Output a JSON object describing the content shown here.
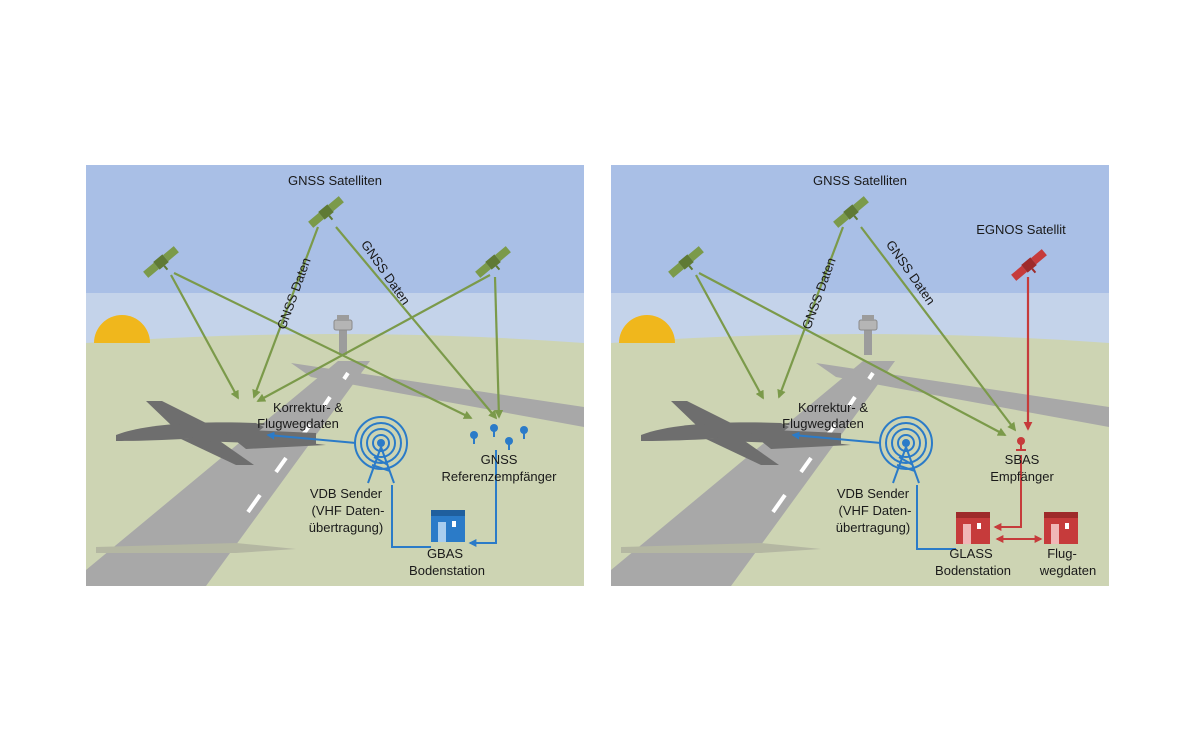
{
  "colors": {
    "sky": "#a9bfe6",
    "horizon": "#c4d3ea",
    "ground": "#cdd4b3",
    "runway": "#a8a8a8",
    "sun": "#f0b71c",
    "shadow": "#6e6e6e",
    "gnss_signal": "#7b9a4a",
    "gbas_blue": "#2b7bc8",
    "sbas_red": "#c63b3b"
  },
  "left_panel": {
    "satellites_label": "GNSS Satelliten",
    "data_label_a": "GNSS Daten",
    "data_label_b": "GNSS Daten",
    "correction_line1": "Korrektur- &",
    "correction_line2": "Flugwegdaten",
    "receiver_line1": "GNSS",
    "receiver_line2": "Referenzempfänger",
    "vdb_line1": "VDB Sender",
    "vdb_line2": "(VHF Daten-",
    "vdb_line3": "übertragung)",
    "station_line1": "GBAS",
    "station_line2": "Bodenstation"
  },
  "right_panel": {
    "satellites_label": "GNSS Satelliten",
    "egnos_label": "EGNOS Satellit",
    "data_label_a": "GNSS Daten",
    "data_label_b": "GNSS Daten",
    "correction_line1": "Korrektur- &",
    "correction_line2": "Flugwegdaten",
    "receiver_line1": "SBAS",
    "receiver_line2": "Empfänger",
    "vdb_line1": "VDB Sender",
    "vdb_line2": "(VHF Daten-",
    "vdb_line3": "übertragung)",
    "station_line1": "GLASS",
    "station_line2": "Bodenstation",
    "flight_line1": "Flug-",
    "flight_line2": "wegdaten"
  }
}
